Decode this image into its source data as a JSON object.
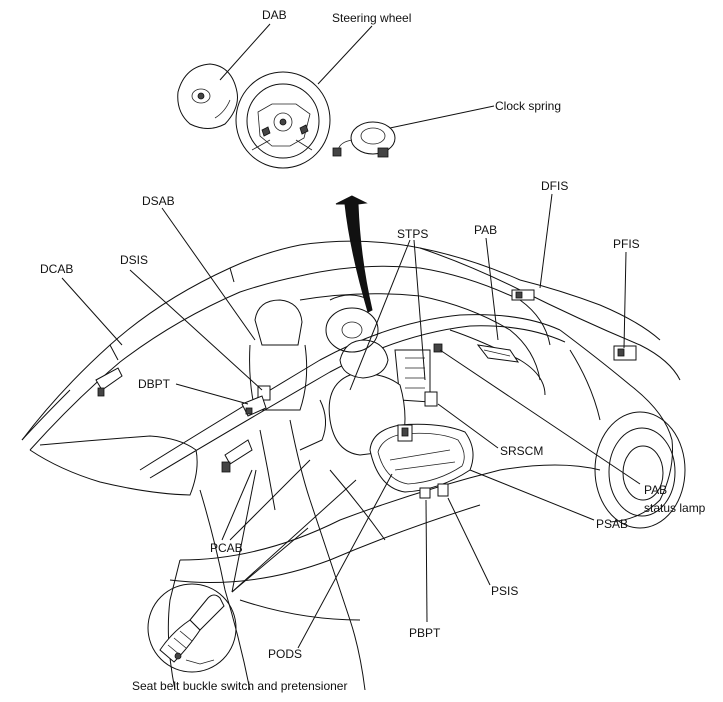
{
  "labels": {
    "dab": "DAB",
    "steering_wheel": "Steering wheel",
    "clock_spring": "Clock spring",
    "dfis": "DFIS",
    "pfis": "PFIS",
    "dsab": "DSAB",
    "stps": "STPS",
    "pab": "PAB",
    "dcab": "DCAB",
    "dsis": "DSIS",
    "dbpt": "DBPT",
    "srscm": "SRSCM",
    "pab_status_lamp_line1": "PAB",
    "pab_status_lamp_line2": "status lamp",
    "psab": "PSAB",
    "pcab": "PCAB",
    "psis": "PSIS",
    "pbpt": "PBPT",
    "pods": "PODS",
    "seat_belt_caption": "Seat belt buckle switch and pretensioner"
  }
}
